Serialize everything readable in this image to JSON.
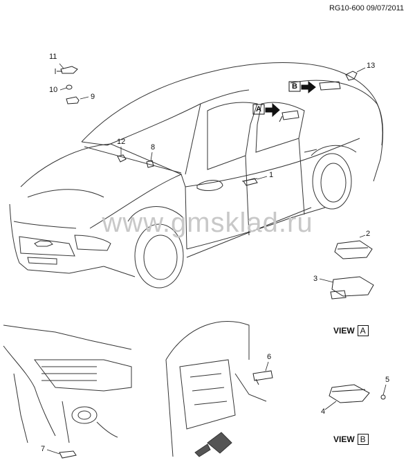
{
  "diagram": {
    "reference": "RG10-600 09/07/2011",
    "watermark": "www.gmsklad.ru",
    "callouts": {
      "c1": "1",
      "c2": "2",
      "c3": "3",
      "c4": "4",
      "c5": "5",
      "c6": "6",
      "c7": "7",
      "c8": "8",
      "c9": "9",
      "c10": "10",
      "c11": "11",
      "c12": "12",
      "c13": "13"
    },
    "view_markers": {
      "A": "A",
      "B": "B"
    },
    "view_labels": {
      "a": {
        "text": "VIEW",
        "letter": "A"
      },
      "b": {
        "text": "VIEW",
        "letter": "B"
      }
    }
  }
}
